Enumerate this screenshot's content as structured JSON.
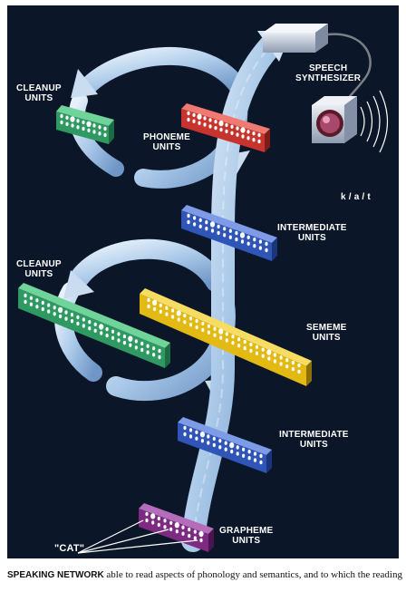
{
  "labels": {
    "speech_synthesizer": [
      "SPEECH",
      "SYNTHESIZER"
    ],
    "cleanup_top": [
      "CLEANUP",
      "UNITS"
    ],
    "phoneme": [
      "PHONEME",
      "UNITS"
    ],
    "output_sound": "k / a / t",
    "intermediate_top": [
      "INTERMEDIATE",
      "UNITS"
    ],
    "cleanup_bottom": [
      "CLEANUP",
      "UNITS"
    ],
    "sememe": [
      "SEMEME",
      "UNITS"
    ],
    "intermediate_bottom": [
      "INTERMEDIATE",
      "UNITS"
    ],
    "grapheme": [
      "GRAPHEME",
      "UNITS"
    ],
    "input_word": "\"CAT\""
  },
  "caption": {
    "lead": "SPEAKING NETWORK",
    "text": " able to read aspects of phonology and semantics, and to which the reading"
  },
  "colors": {
    "background": "#0b1628",
    "cleanup": "#2e9a62",
    "phoneme": "#c7342e",
    "intermediate": "#2f55b8",
    "sememe": "#e3b913",
    "grapheme": "#7c2a82",
    "arrow": "#a9c8e8"
  },
  "icons": [
    "speaker-icon",
    "synthesizer-box-icon",
    "sound-wave-icon"
  ]
}
